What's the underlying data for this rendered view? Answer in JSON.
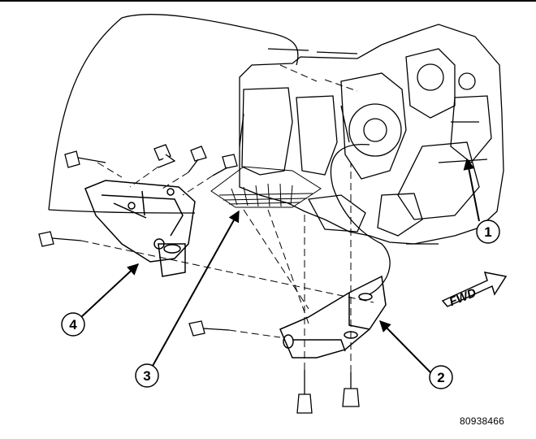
{
  "callouts": [
    {
      "id": "1",
      "label": "1"
    },
    {
      "id": "2",
      "label": "2"
    },
    {
      "id": "3",
      "label": "3"
    },
    {
      "id": "4",
      "label": "4"
    }
  ],
  "direction_label": "FWD",
  "figure_id": "80938466"
}
